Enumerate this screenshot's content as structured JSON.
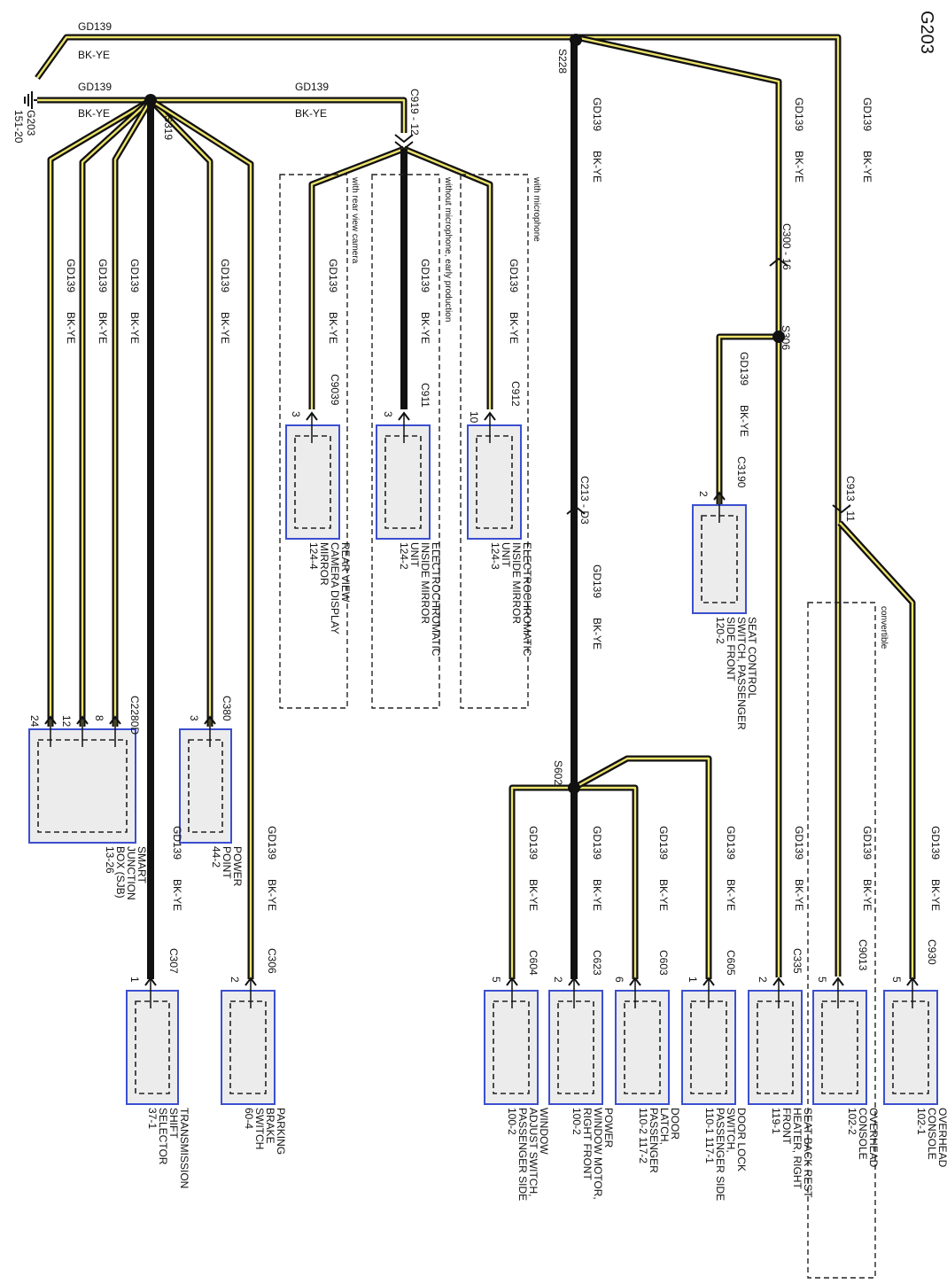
{
  "diagram": {
    "ground_title": "G203",
    "ground_ref": {
      "id": "G203",
      "page": "151-20"
    },
    "splices": [
      "S228",
      "S319",
      "S306",
      "S602"
    ],
    "inline_connectors": [
      "C919 - 12",
      "C300 - 16",
      "C213 - D3",
      "C913 - 11"
    ],
    "circuit": {
      "name": "GD139",
      "color": "BK-YE"
    },
    "options": [
      "with rear view camera",
      "without microphone, early production",
      "with microphone",
      "convertible"
    ],
    "components": [
      {
        "connector": "C2280D",
        "pins": [
          "24",
          "12",
          "8"
        ],
        "lines": [
          "SMART",
          "JUNCTION",
          "BOX (SJB)",
          "13-26"
        ]
      },
      {
        "connector": "C380",
        "pins": [
          "3"
        ],
        "lines": [
          "POWER",
          "POINT",
          "44-2"
        ]
      },
      {
        "connector": "C307",
        "pins": [
          "1"
        ],
        "lines": [
          "TRANSMISSION",
          "SHIFT",
          "SELECTOR",
          "37-1"
        ]
      },
      {
        "connector": "C306",
        "pins": [
          "2"
        ],
        "lines": [
          "PARKING",
          "BRAKE",
          "SWITCH",
          "60-4"
        ]
      },
      {
        "connector": "C9039",
        "pins": [
          "3"
        ],
        "lines": [
          "REAR VIEW",
          "CAMERA DISPLAY",
          "MIRROR",
          "124-4"
        ]
      },
      {
        "connector": "C911",
        "pins": [
          "3"
        ],
        "lines": [
          "ELECTROCHROMATIC",
          "INSIDE MIRROR",
          "UNIT",
          "124-2"
        ]
      },
      {
        "connector": "C912",
        "pins": [
          "10"
        ],
        "lines": [
          "ELECTROCHROMATIC",
          "INSIDE MIRROR",
          "UNIT",
          "124-3"
        ]
      },
      {
        "connector": "C3190",
        "pins": [
          "2"
        ],
        "lines": [
          "SEAT CONTROL",
          "SWITCH, PASSENGER",
          "SIDE FRONT",
          "120-2"
        ]
      },
      {
        "connector": "C604",
        "pins": [
          "5"
        ],
        "lines": [
          "WINDOW",
          "ADJUST SWITCH,",
          "PASSENGER SIDE",
          "100-2"
        ]
      },
      {
        "connector": "C623",
        "pins": [
          "2"
        ],
        "lines": [
          "POWER",
          "WINDOW MOTOR,",
          "RIGHT FRONT",
          "100-2"
        ]
      },
      {
        "connector": "C603",
        "pins": [
          "6"
        ],
        "lines": [
          "DOOR",
          "LATCH,",
          "PASSENGER",
          "110-2  117-2"
        ]
      },
      {
        "connector": "C605",
        "pins": [
          "1"
        ],
        "lines": [
          "DOOR LOCK",
          "SWITCH,",
          "PASSENGER SIDE",
          "110-1  117-1"
        ]
      },
      {
        "connector": "C335",
        "pins": [
          "2"
        ],
        "lines": [
          "SEAT BACK REST",
          "HEATER, RIGHT",
          "FRONT",
          "119-1"
        ]
      },
      {
        "connector": "C9013",
        "pins": [
          "5"
        ],
        "lines": [
          "OVERHEAD",
          "CONSOLE",
          "102-2"
        ]
      },
      {
        "connector": "C930",
        "pins": [
          "5"
        ],
        "lines": [
          "OVERHEAD",
          "CONSOLE",
          "102-1"
        ]
      }
    ]
  }
}
